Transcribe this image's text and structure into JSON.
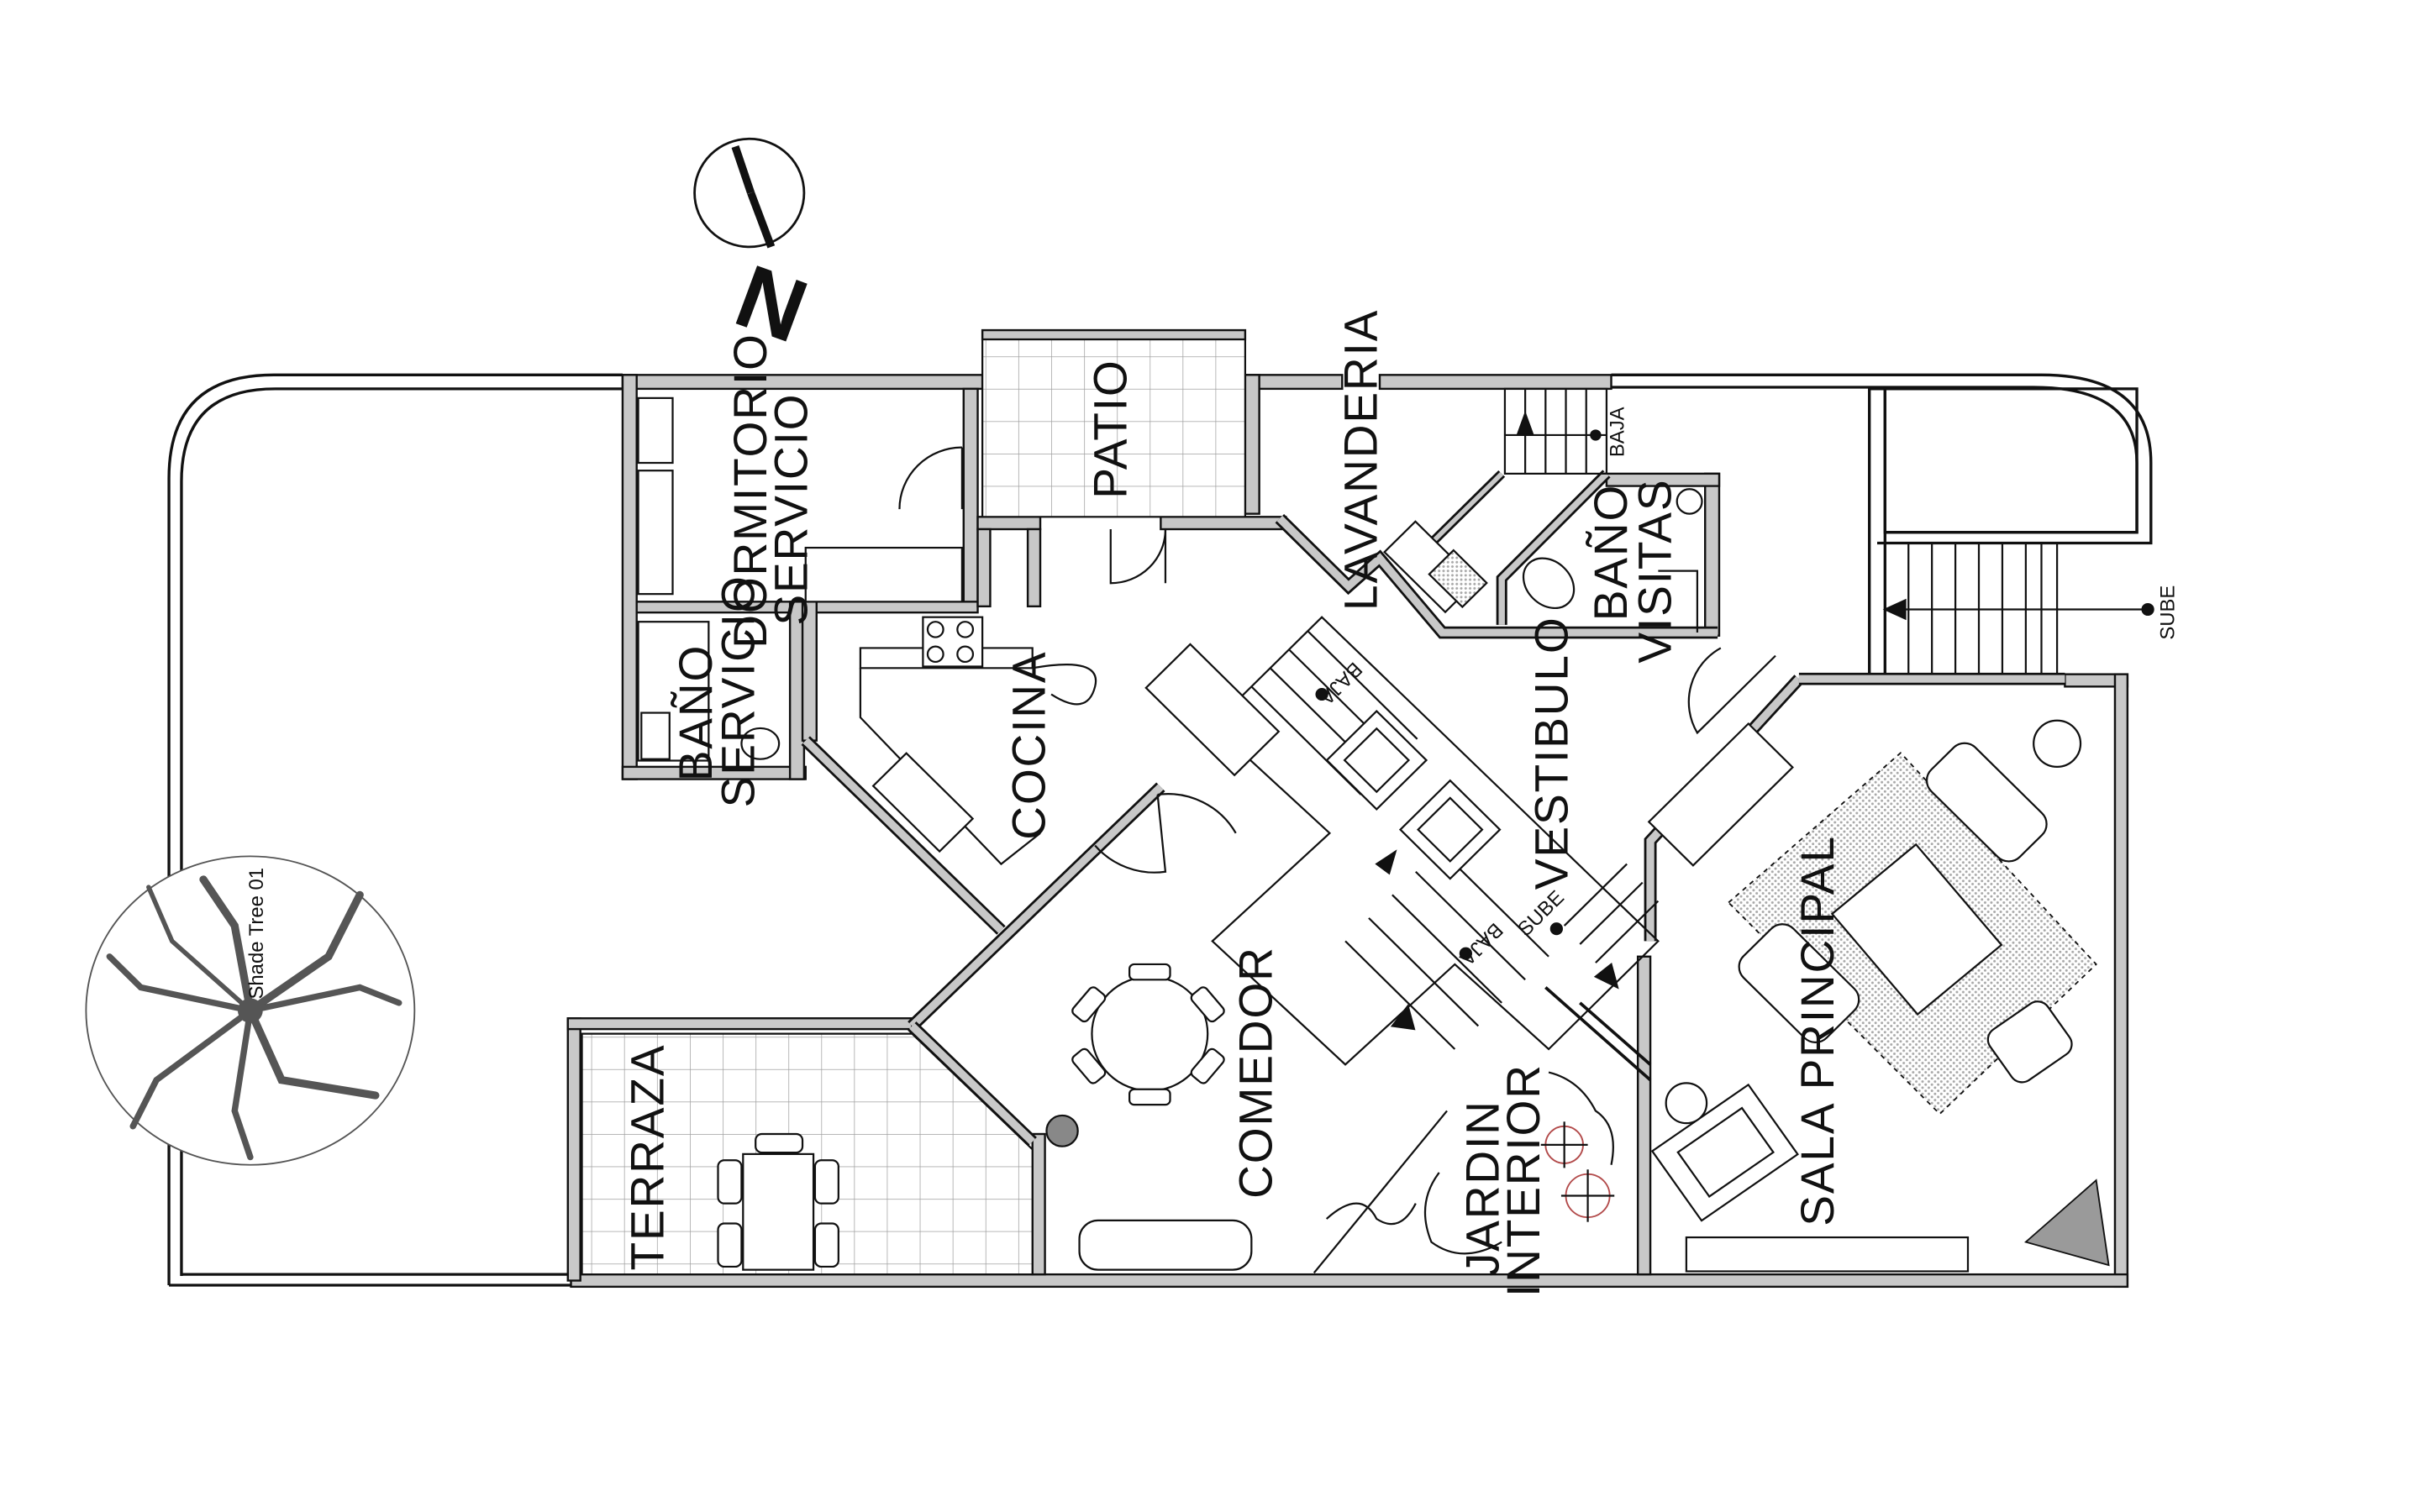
{
  "north_label": "N",
  "rooms": {
    "dormitorio": [
      "DORMITORIO",
      "SERVICIO"
    ],
    "patio": "PATIO",
    "lavanderia": "LAVANDERIA",
    "bano_servicio": [
      "BAÑO",
      "SERVICIO"
    ],
    "cocina": "COCINA",
    "bano_visitas": [
      "BAÑO",
      "VISITAS"
    ],
    "vestibulo": "VESTIBULO",
    "sala_principal": "SALA PRINCIPAL",
    "comedor": "COMEDOR",
    "terraza": "TERRAZA",
    "jardin": [
      "JARDIN",
      "INTERIOR"
    ]
  },
  "stair_labels": {
    "baja_upper": "BAJA",
    "baja_lower": "BAJA",
    "sube_center": "SUBE",
    "baja_top": "BAJA",
    "sube_right": "SUBE"
  },
  "tree_label": "Shade Tree 01",
  "colors": {
    "wall_fill": "#c8c8c8",
    "line": "#111111",
    "tile": "#999999",
    "rug": "#b5b5b5"
  }
}
